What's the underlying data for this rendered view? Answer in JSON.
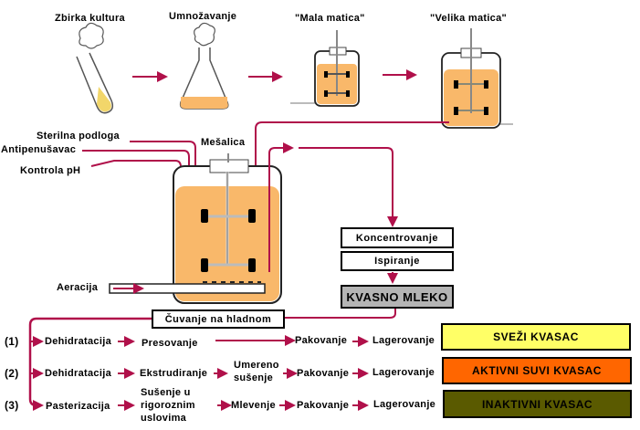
{
  "stages_top": [
    {
      "label": "Zbirka kultura"
    },
    {
      "label": "Umnožavanje"
    },
    {
      "label": "\"Mala matica\""
    },
    {
      "label": "\"Velika matica\""
    }
  ],
  "inputs": {
    "sterilna": "Sterilna podloga",
    "antipen": "Antipenušavac",
    "ph": "Kontrola pH",
    "mesalica": "Mešalica",
    "aeracija": "Aeracija"
  },
  "processing": {
    "koncentrovanje": "Koncentrovanje",
    "ispiranje": "Ispiranje",
    "kvasno_mleko": "KVASNO MLEKO",
    "cuvanje": "Čuvanje na hladnom"
  },
  "routes": [
    {
      "num": "(1)",
      "step1": "Dehidratacija",
      "step2": "Presovanje",
      "step3": "",
      "pack": "Pakovanje",
      "store": "Lagerovanje",
      "product": "SVEŽI KVASAC",
      "color": "#ffff66"
    },
    {
      "num": "(2)",
      "step1": "Dehidratacija",
      "step2": "Ekstrudiranje",
      "step3": "Umereno sušenje",
      "step3a": "Umereno",
      "step3b": "sušenje",
      "pack": "Pakovanje",
      "store": "Lagerovanje",
      "product": "AKTIVNI SUVI KVASAC",
      "color": "#ff6600"
    },
    {
      "num": "(3)",
      "step1": "Pasterizacija",
      "step2": "Sušenje u rigoroznim uslovima",
      "step2a": "Sušenje u",
      "step2b": "rigoroznim",
      "step2c": "uslovima",
      "step3": "Mlevenje",
      "pack": "Pakovanje",
      "store": "Lagerovanje",
      "product": "INAKTIVNI KVASAC",
      "color": "#5a5a00"
    }
  ],
  "colors": {
    "arrow": "#b0104a",
    "broth": "#f9b86a",
    "kvasno_bg": "#b4b4b4"
  }
}
